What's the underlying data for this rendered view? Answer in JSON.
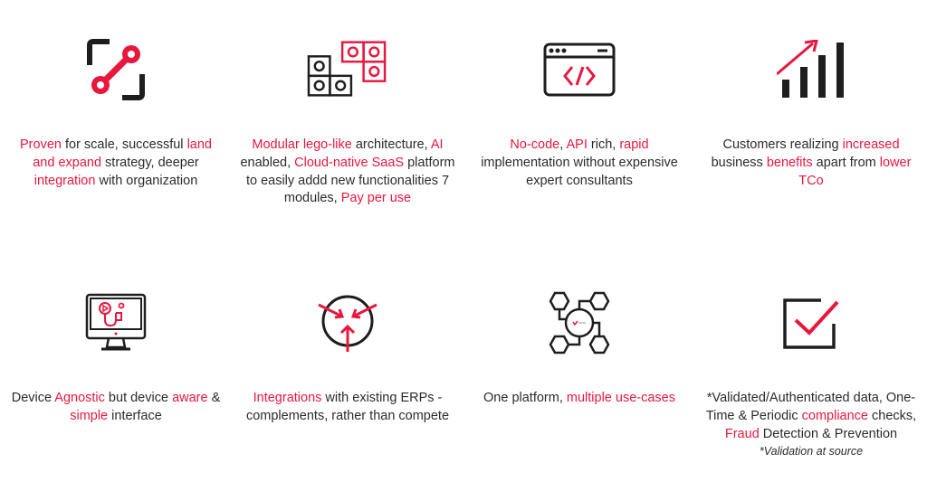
{
  "colors": {
    "accent": "#e8173e",
    "text": "#2b2b2b",
    "icon_dark": "#1e1e1e",
    "background": "#ffffff"
  },
  "features": [
    {
      "icon": "scale-connect-icon",
      "segments": [
        {
          "text": "Proven",
          "highlight": true
        },
        {
          "text": " for scale, successful ",
          "highlight": false
        },
        {
          "text": "land and expand",
          "highlight": true
        },
        {
          "text": " strategy, deeper ",
          "highlight": false
        },
        {
          "text": "integration",
          "highlight": true
        },
        {
          "text": " with organization",
          "highlight": false
        }
      ]
    },
    {
      "icon": "lego-blocks-icon",
      "segments": [
        {
          "text": "Modular lego-like",
          "highlight": true
        },
        {
          "text": " architecture, ",
          "highlight": false
        },
        {
          "text": "AI",
          "highlight": true
        },
        {
          "text": " enabled, ",
          "highlight": false
        },
        {
          "text": "Cloud-native SaaS",
          "highlight": true
        },
        {
          "text": " platform to easily addd new functionalities 7 modules, ",
          "highlight": false
        },
        {
          "text": "Pay per use",
          "highlight": true
        }
      ]
    },
    {
      "icon": "code-window-icon",
      "segments": [
        {
          "text": "No-code",
          "highlight": true
        },
        {
          "text": ", ",
          "highlight": false
        },
        {
          "text": "API",
          "highlight": true
        },
        {
          "text": " rich, ",
          "highlight": false
        },
        {
          "text": "rapid",
          "highlight": true
        },
        {
          "text": " implementation without expensive expert consultants",
          "highlight": false
        }
      ]
    },
    {
      "icon": "growth-chart-icon",
      "segments": [
        {
          "text": "Customers realizing ",
          "highlight": false
        },
        {
          "text": "increased",
          "highlight": true
        },
        {
          "text": " business ",
          "highlight": false
        },
        {
          "text": "benefits",
          "highlight": true
        },
        {
          "text": " apart from ",
          "highlight": false
        },
        {
          "text": "lower TCo",
          "highlight": true
        }
      ]
    },
    {
      "icon": "monitor-device-icon",
      "segments": [
        {
          "text": "Device ",
          "highlight": false
        },
        {
          "text": "Agnostic",
          "highlight": true
        },
        {
          "text": " but device ",
          "highlight": false
        },
        {
          "text": "aware",
          "highlight": true
        },
        {
          "text": " & ",
          "highlight": false
        },
        {
          "text": "simple",
          "highlight": true
        },
        {
          "text": " interface",
          "highlight": false
        }
      ]
    },
    {
      "icon": "converging-arrows-icon",
      "segments": [
        {
          "text": "Integrations",
          "highlight": true
        },
        {
          "text": " with existing ERPs - complements, rather than compete",
          "highlight": false
        }
      ]
    },
    {
      "icon": "hub-network-icon",
      "segments": [
        {
          "text": "One platform, ",
          "highlight": false
        },
        {
          "text": "multiple use-cases",
          "highlight": true
        }
      ]
    },
    {
      "icon": "checkbox-check-icon",
      "segments": [
        {
          "text": "*Validated/Authenticated data, One-Time & Periodic ",
          "highlight": false
        },
        {
          "text": "compliance",
          "highlight": true
        },
        {
          "text": " checks, ",
          "highlight": false
        },
        {
          "text": "Fraud",
          "highlight": true
        },
        {
          "text": " Detection & Prevention",
          "highlight": false
        }
      ],
      "note": "*Validation at source"
    }
  ]
}
